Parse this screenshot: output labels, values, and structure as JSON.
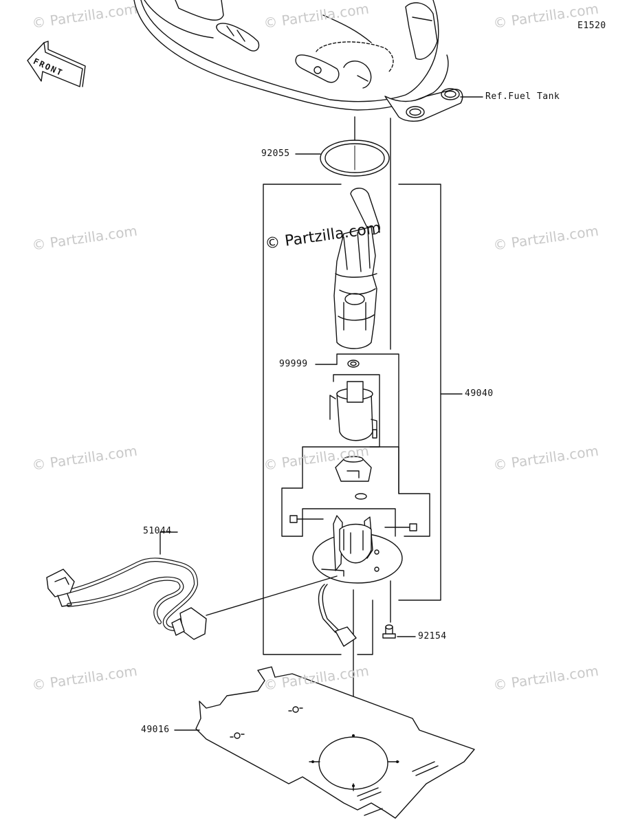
{
  "figure_code": "E1520",
  "front_label": "FRONT",
  "watermark_main": "© Partzilla.com",
  "watermark_faint": "© Partzilla.com",
  "parts": {
    "ref_fuel_tank": "Ref.Fuel Tank",
    "p92055": "92055",
    "p99999": "99999",
    "p49040": "49040",
    "p51044": "51044",
    "p92154": "92154",
    "p49016": "49016"
  }
}
